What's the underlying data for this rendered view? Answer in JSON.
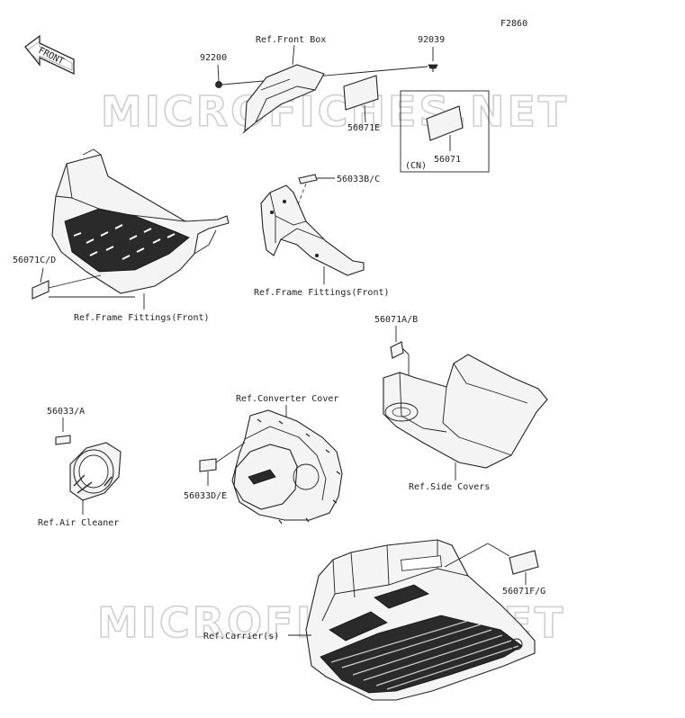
{
  "diagram_code": "F2860",
  "watermark": "MICROFICHES.NET",
  "front_arrow_label": "FRONT",
  "parts": {
    "p92200": "92200",
    "p92039": "92039",
    "p56071E": "56071E",
    "p56071": "56071",
    "p56033BC": "56033B/C",
    "p56071CD": "56071C/D",
    "p56071AB": "56071A/B",
    "p56033A": "56033/A",
    "p56033DE": "56033D/E",
    "p56071FG": "56071F/G"
  },
  "refs": {
    "front_box": "Ref.Front Box",
    "frame_fittings_1": "Ref.Frame Fittings(Front)",
    "frame_fittings_2": "Ref.Frame Fittings(Front)",
    "converter_cover": "Ref.Converter Cover",
    "side_covers": "Ref.Side Covers",
    "air_cleaner": "Ref.Air Cleaner",
    "carriers": "Ref.Carrier(s)"
  },
  "cn_label": "(CN)"
}
